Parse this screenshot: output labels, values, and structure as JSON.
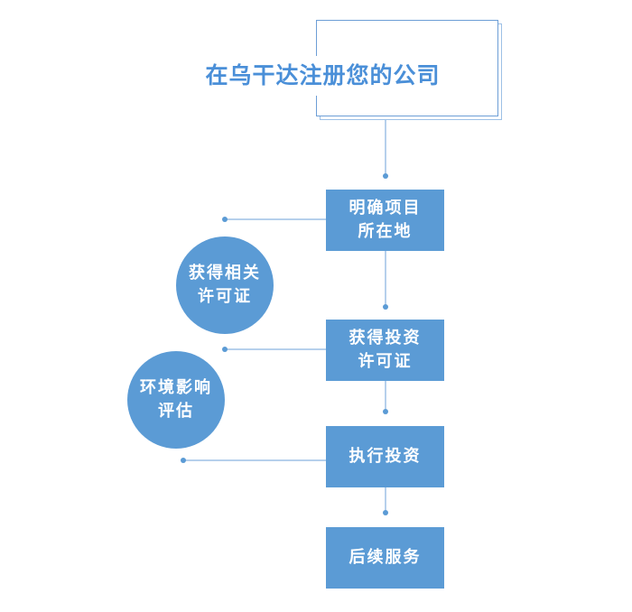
{
  "title": "在乌干达注册您的公司",
  "steps": [
    {
      "label": "明确项目\n所在地"
    },
    {
      "label": "获得投资\n许可证"
    },
    {
      "label": "执行投资"
    },
    {
      "label": "后续服务"
    }
  ],
  "side_steps": [
    {
      "label": "获得相关\n许可证"
    },
    {
      "label": "环境影响\n评估"
    }
  ],
  "colors": {
    "box_fill": "#5b9bd5",
    "box_text": "#ffffff",
    "title_text": "#4a8fd8",
    "connector": "#9dc0e6",
    "frame_border": "#6d9ed6"
  }
}
